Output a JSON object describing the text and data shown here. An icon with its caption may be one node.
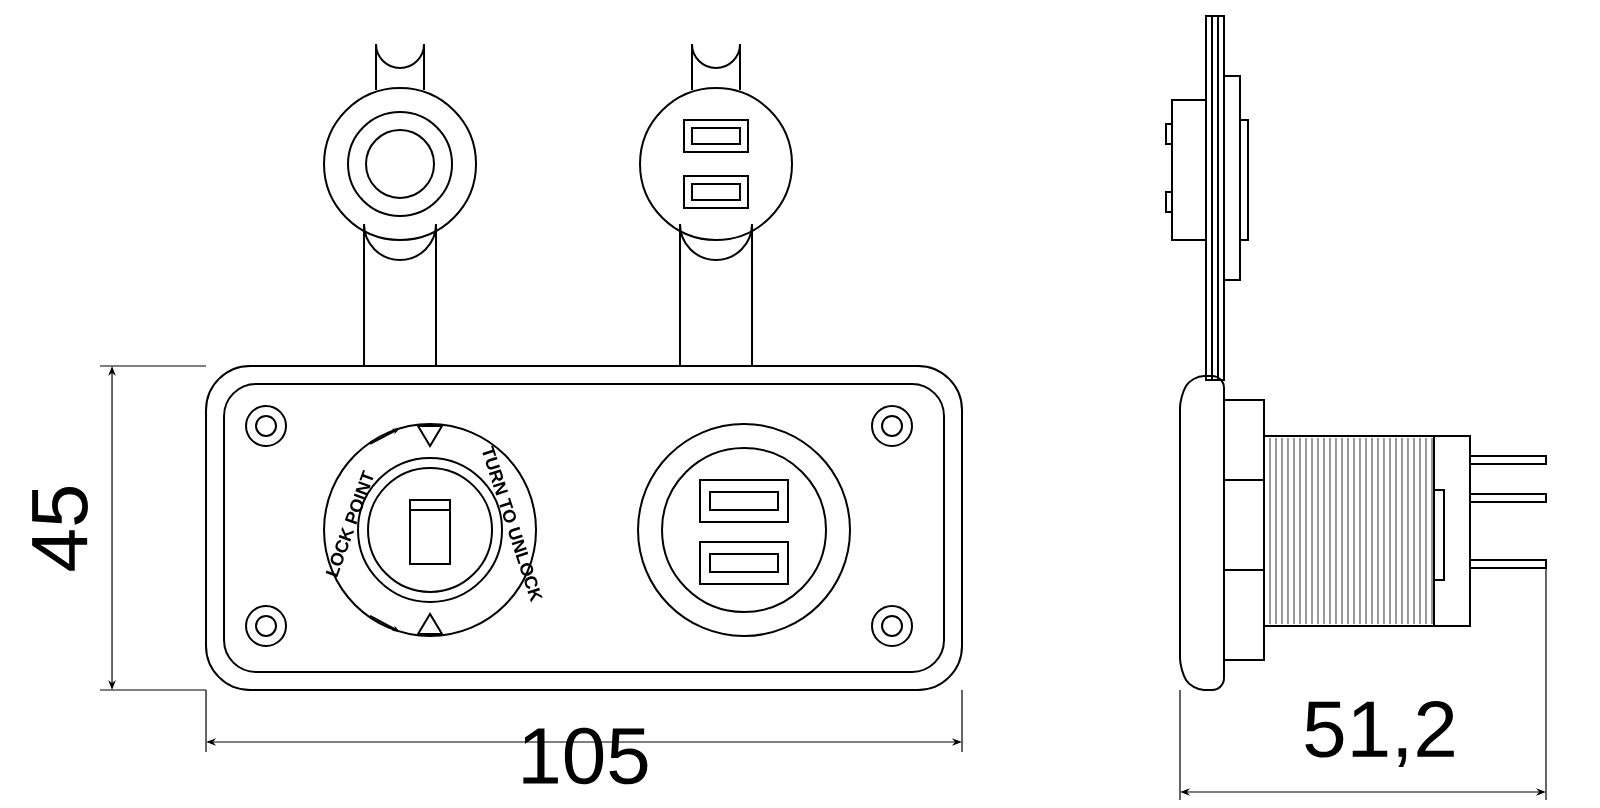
{
  "diagram": {
    "labels": [
      "45",
      "LOCK POINT",
      "TURN TO UNLOCK",
      "105",
      "51,2"
    ]
  }
}
